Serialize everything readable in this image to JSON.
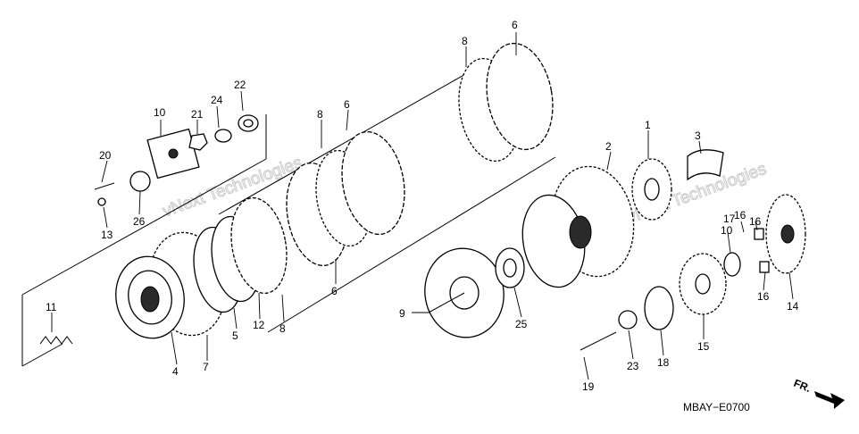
{
  "diagram": {
    "code_label": "MBAY−E0700",
    "direction_label": "FR.",
    "watermark": "vNext Technologies",
    "callouts": [
      "1",
      "2",
      "3",
      "4",
      "5",
      "6",
      "6",
      "6",
      "7",
      "8",
      "8",
      "8",
      "9",
      "10",
      "10",
      "11",
      "12",
      "13",
      "14",
      "15",
      "16",
      "16",
      "16",
      "17",
      "18",
      "19",
      "20",
      "21",
      "22",
      "23",
      "24",
      "25",
      "26"
    ]
  }
}
